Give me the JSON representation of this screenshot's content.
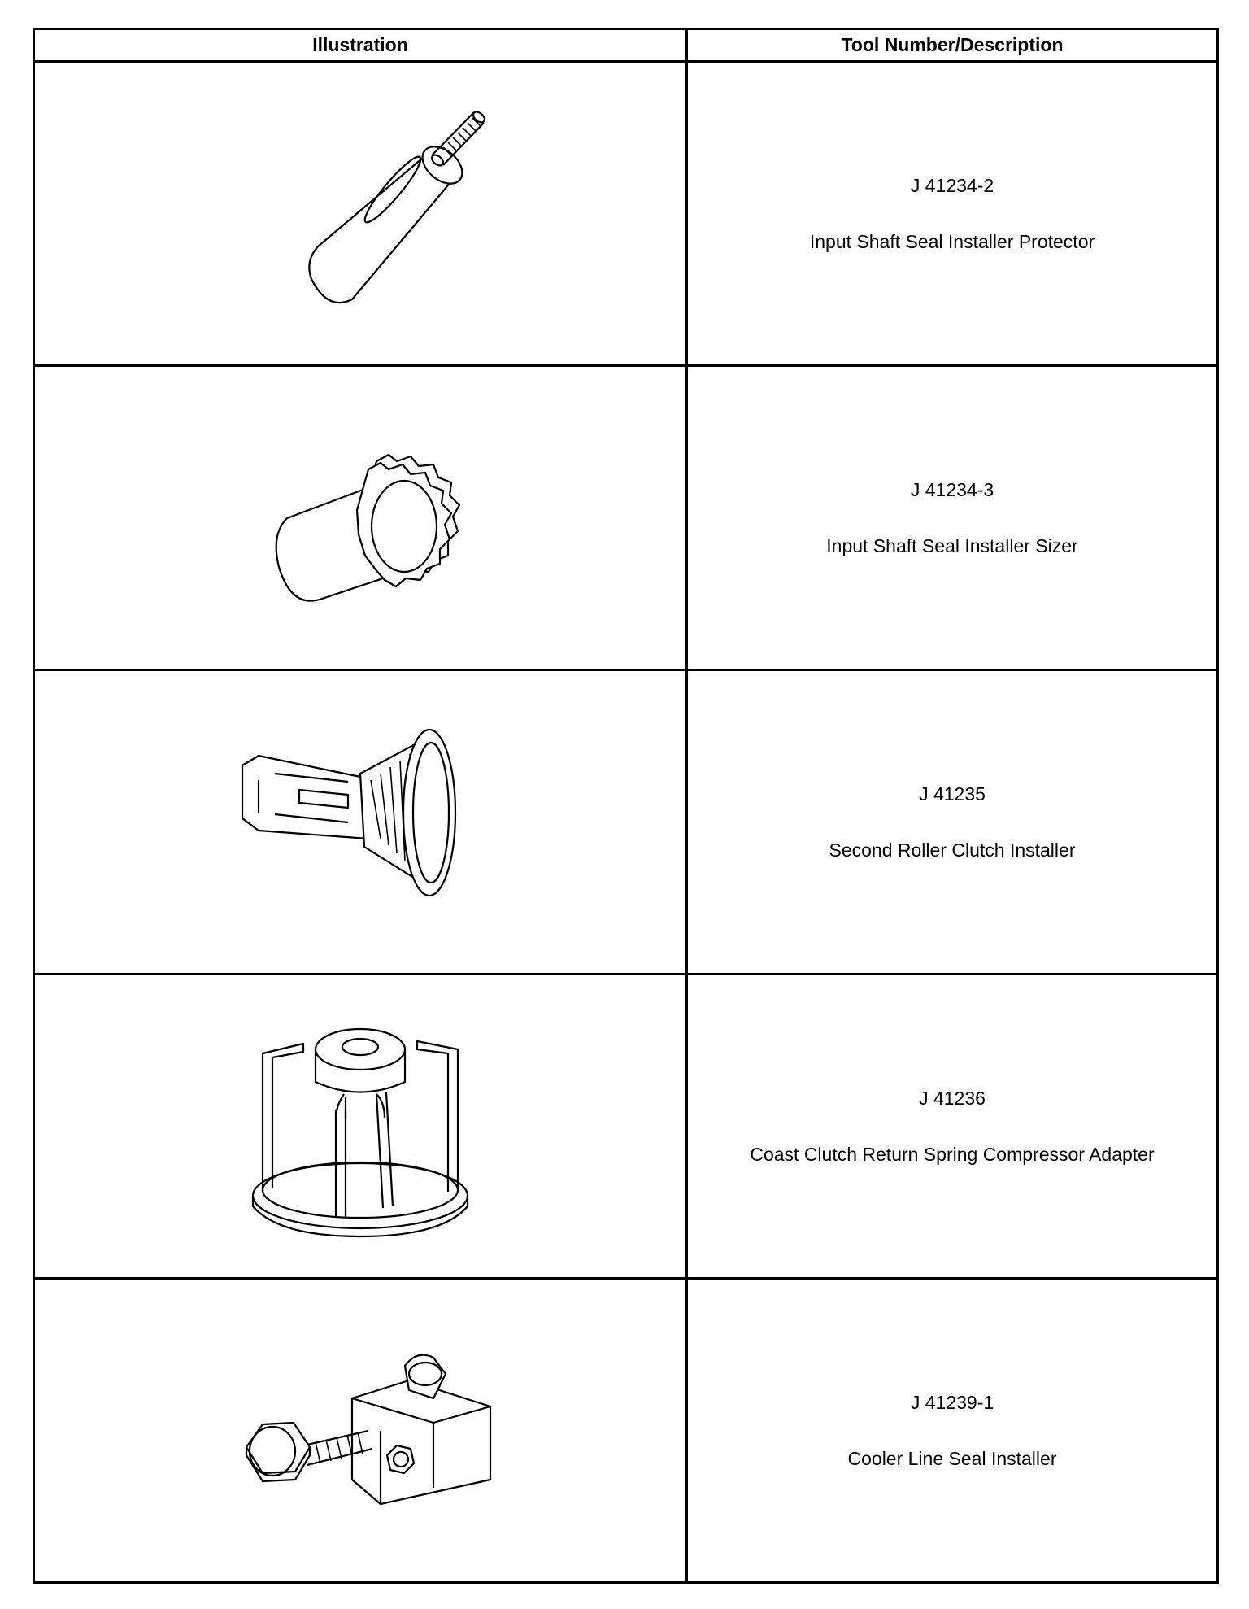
{
  "table": {
    "headers": {
      "illustration": "Illustration",
      "description": "Tool Number/Description"
    },
    "rows": [
      {
        "number": "J 41234-2",
        "name": "Input Shaft Seal Installer Protector",
        "icon": "seal-installer-protector-icon"
      },
      {
        "number": "J 41234-3",
        "name": "Input Shaft Seal Installer Sizer",
        "icon": "seal-installer-sizer-icon"
      },
      {
        "number": "J 41235",
        "name": "Second Roller Clutch Installer",
        "icon": "roller-clutch-installer-icon"
      },
      {
        "number": "J 41236",
        "name": "Coast Clutch Return Spring Compressor Adapter",
        "icon": "spring-compressor-adapter-icon"
      },
      {
        "number": "J 41239-1",
        "name": "Cooler Line Seal Installer",
        "icon": "cooler-line-seal-installer-icon"
      }
    ]
  }
}
